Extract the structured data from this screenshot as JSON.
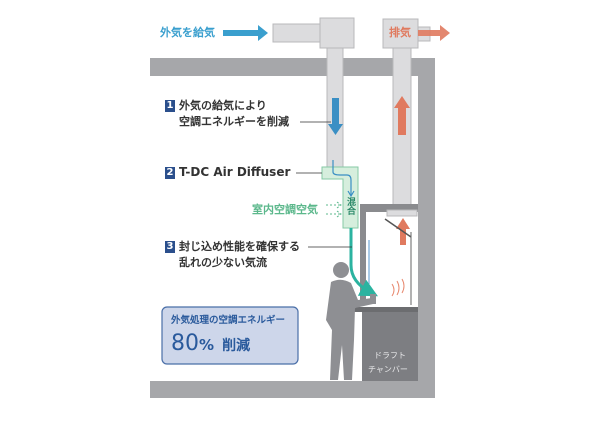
{
  "supply_label": "外気を給気",
  "exhaust_label": "排気",
  "callouts": [
    {
      "number": "1",
      "line1": "外気の給気により",
      "line2": "空調エネルギーを削減"
    },
    {
      "number": "2",
      "line1": "T-DC Air Diffuser"
    },
    {
      "number": "3",
      "line1": "封じ込め性能を確保する",
      "line2": "乱れの少ない気流"
    }
  ],
  "indoor_air_label": "室内空調空気",
  "mixing_label": "混合",
  "chamber_label": {
    "line1": "ドラフト",
    "line2": "チャンバー"
  },
  "energy_box": {
    "title": "外気処理の空調エネルギー",
    "value": "80",
    "unit": "%",
    "suffix": "削減"
  },
  "colors": {
    "supply": "#3a9fce",
    "exhaust": "#e07a5f",
    "wall": "#a6a7aa",
    "diffuser": "#d6eedd",
    "airflow": "#2bb3a0",
    "energy_box": "#cdd6ea",
    "energy_text": "#2a5a9c"
  }
}
